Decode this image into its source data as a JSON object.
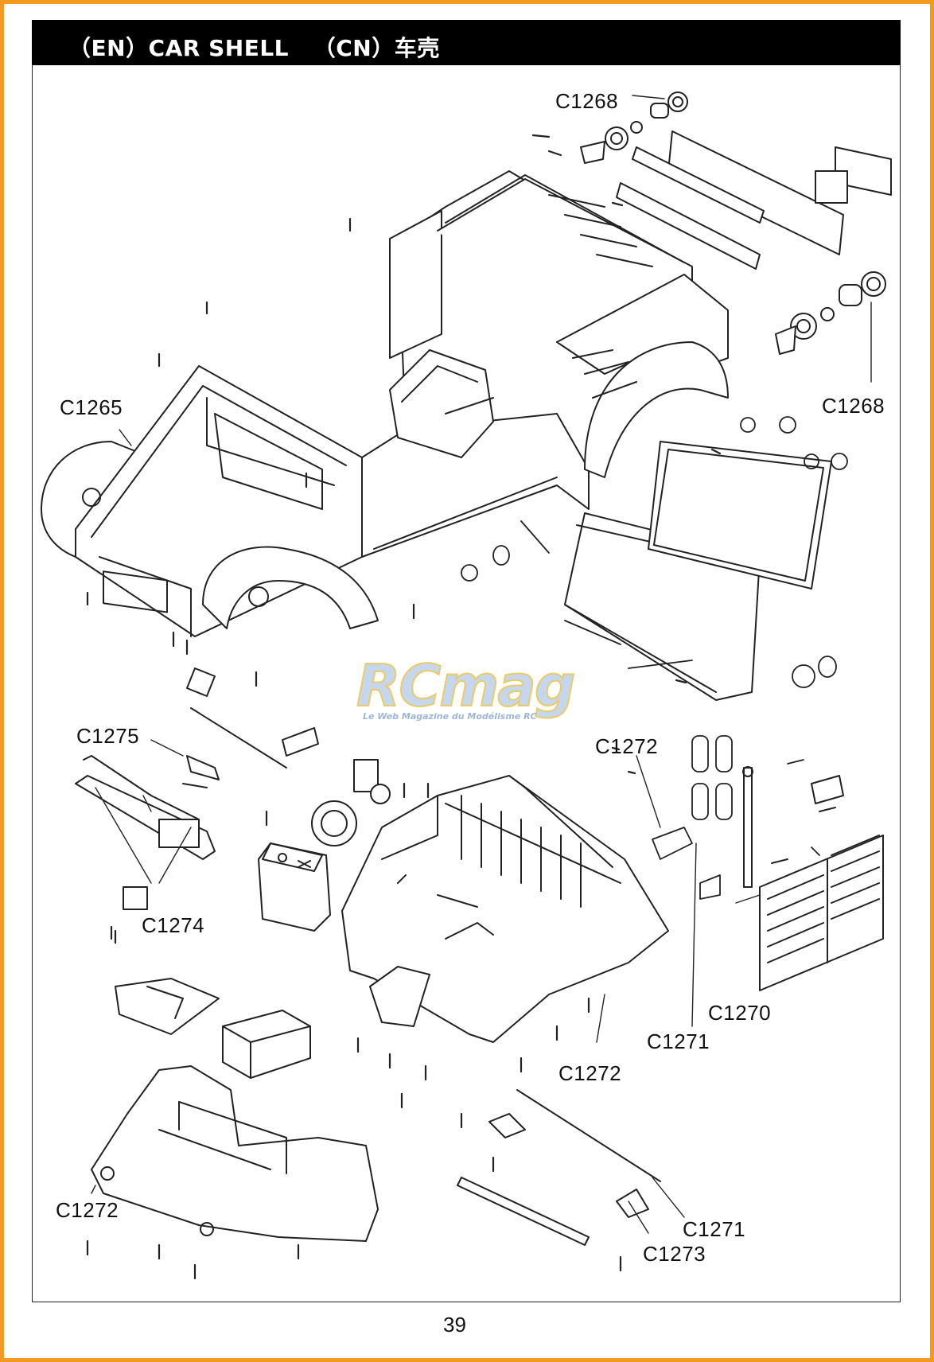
{
  "header": {
    "title": "（EN）CAR SHELL   （CN）车壳"
  },
  "callouts": [
    {
      "id": "c1268_top",
      "text": "C1268"
    },
    {
      "id": "c1268_right",
      "text": "C1268"
    },
    {
      "id": "c1265",
      "text": "C1265"
    },
    {
      "id": "c1275",
      "text": "C1275"
    },
    {
      "id": "c1274",
      "text": "C1274"
    },
    {
      "id": "c1272_mid",
      "text": "C1272"
    },
    {
      "id": "c1270",
      "text": "C1270"
    },
    {
      "id": "c1271_mid",
      "text": "C1271"
    },
    {
      "id": "c1272_tub",
      "text": "C1272"
    },
    {
      "id": "c1272_bottom",
      "text": "C1272"
    },
    {
      "id": "c1271_bottom",
      "text": "C1271"
    },
    {
      "id": "c1273",
      "text": "C1273"
    }
  ],
  "watermark": {
    "main": "RCmag",
    "sub": "Le Web Magazine du Modélisme RC"
  },
  "page": {
    "number": "39"
  },
  "colors": {
    "frame": "#f39a1e",
    "header": "#000000",
    "line": "#222222"
  }
}
